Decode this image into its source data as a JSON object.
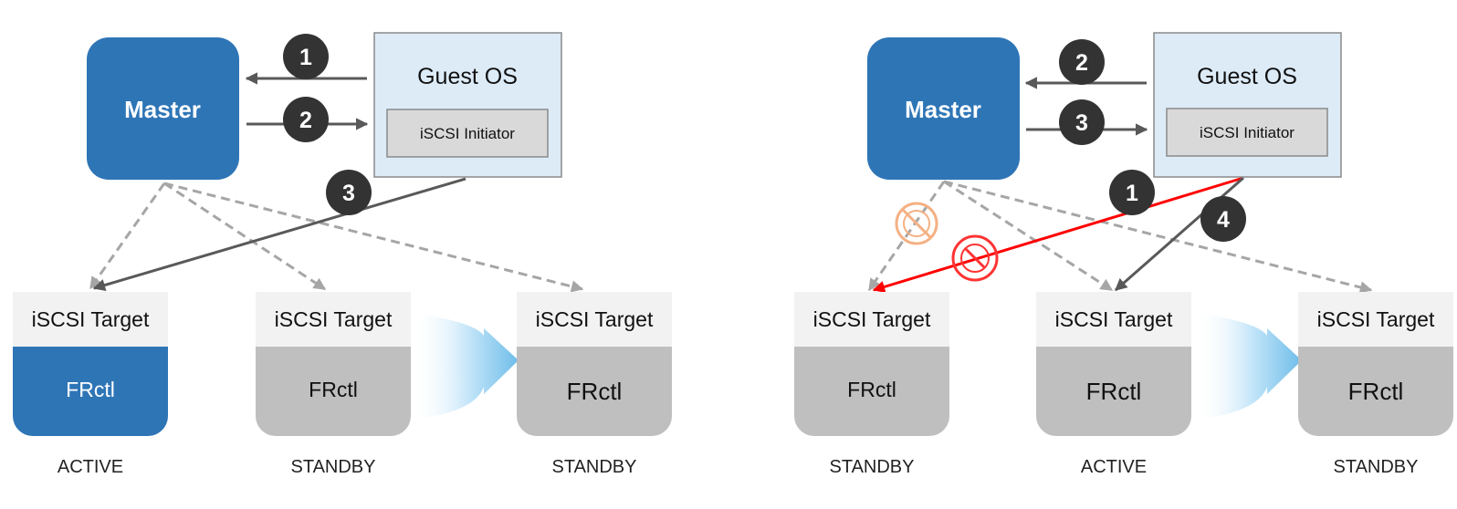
{
  "panels": [
    {
      "id": "left",
      "master_label": "Master",
      "guest_os_label": "Guest OS",
      "initiator_label": "iSCSI Initiator",
      "step_badges": [
        "1",
        "2",
        "3"
      ],
      "targets": [
        {
          "title": "iSCSI Target",
          "body": "FRctl",
          "status": "ACTIVE",
          "active": true
        },
        {
          "title": "iSCSI Target",
          "body": "FRctl",
          "status": "STANDBY",
          "active": false
        },
        {
          "title": "iSCSI Target",
          "body": "FRctl",
          "status": "STANDBY",
          "active": false
        }
      ]
    },
    {
      "id": "right",
      "master_label": "Master",
      "guest_os_label": "Guest OS",
      "initiator_label": "iSCSI Initiator",
      "step_badges": [
        "2",
        "3",
        "1",
        "4"
      ],
      "targets": [
        {
          "title": "iSCSI Target",
          "body": "FRctl",
          "status": "STANDBY",
          "active": false
        },
        {
          "title": "iSCSI Target",
          "body": "FRctl",
          "status": "ACTIVE",
          "active": false
        },
        {
          "title": "iSCSI Target",
          "body": "FRctl",
          "status": "STANDBY",
          "active": false
        }
      ]
    }
  ],
  "colors": {
    "master_blue": "#2e75b6",
    "guest_fill": "#ddebf7",
    "initiator_fill": "#d9d9d9",
    "target_header": "#f2f2f2",
    "target_standby": "#bfbfbf",
    "badge": "#333333",
    "arrow_dark": "#595959",
    "arrow_dashed": "#a6a6a6",
    "failed_link": "#ff0000",
    "blocked_orange": "#f4b183",
    "blocked_red": "#ff0000",
    "replication_arrow": "#7fc4ef"
  }
}
